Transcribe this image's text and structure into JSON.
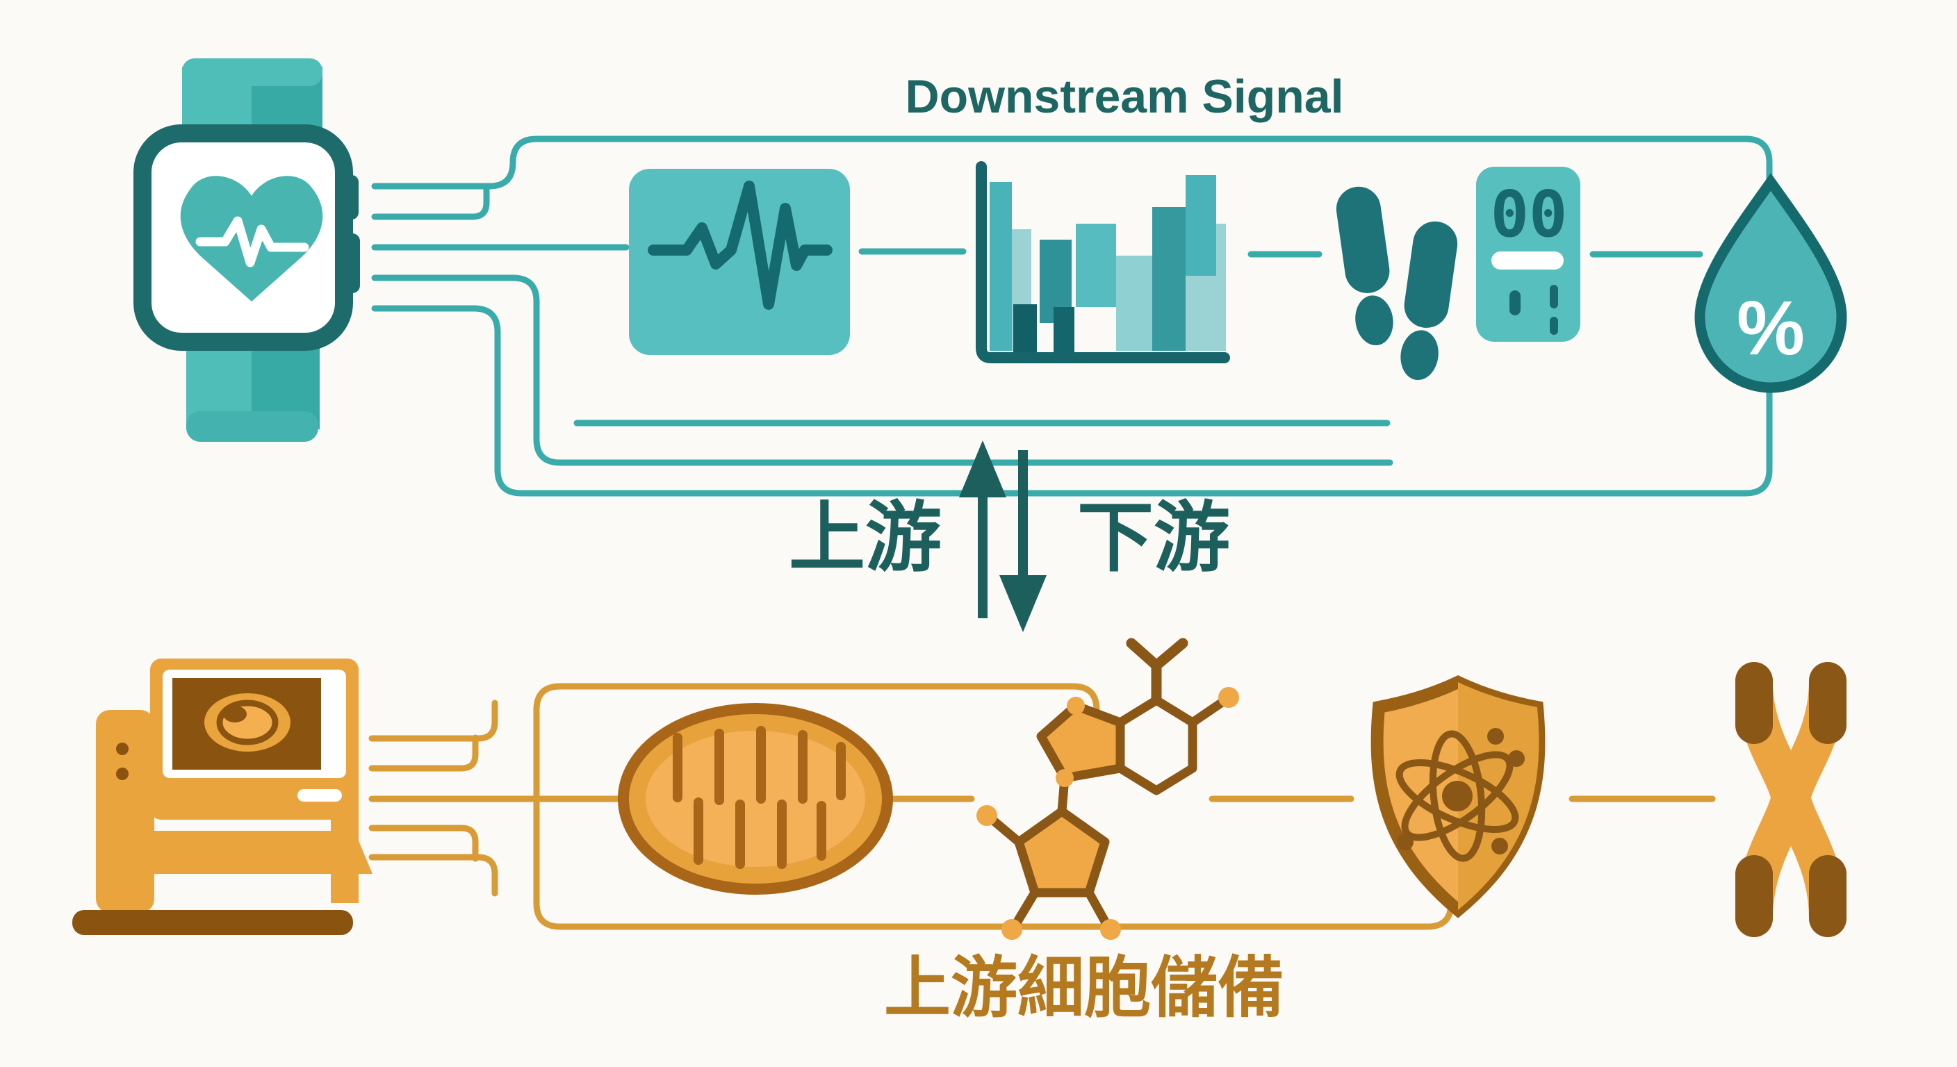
{
  "title": {
    "text": "Downstream Signal",
    "color": "#1e6663"
  },
  "middle": {
    "upstream_label": "上游",
    "downstream_label": "下游",
    "label_color": "#1c5f5c"
  },
  "bottom_caption": {
    "text": "上游細胞儲備",
    "color": "#b5791f"
  },
  "top_flow": {
    "source_icon": "smartwatch-heart-rate-icon",
    "node_icons": [
      "ecg-pulse-icon",
      "bar-chart-icon",
      "footsteps-icon",
      "pedometer-icon",
      "hydration-drop-icon"
    ],
    "pedometer_value": "00",
    "hydration_symbol": "%"
  },
  "bottom_flow": {
    "source_icon": "cell-analysis-computer-icon",
    "node_icons": [
      "mitochondria-icon",
      "nucleotide-molecule-icon",
      "shield-atom-icon",
      "chromosome-icon"
    ]
  },
  "colors": {
    "background": "#fbfaf7",
    "teal_line": "#3aabab",
    "teal_panel": "#58bfc0",
    "teal_dark": "#156a70",
    "teal_text": "#1e6663",
    "orange_line": "#d99b36",
    "orange_body": "#eaa43e",
    "orange_dark": "#8a5716",
    "orange_text": "#b5791f"
  }
}
